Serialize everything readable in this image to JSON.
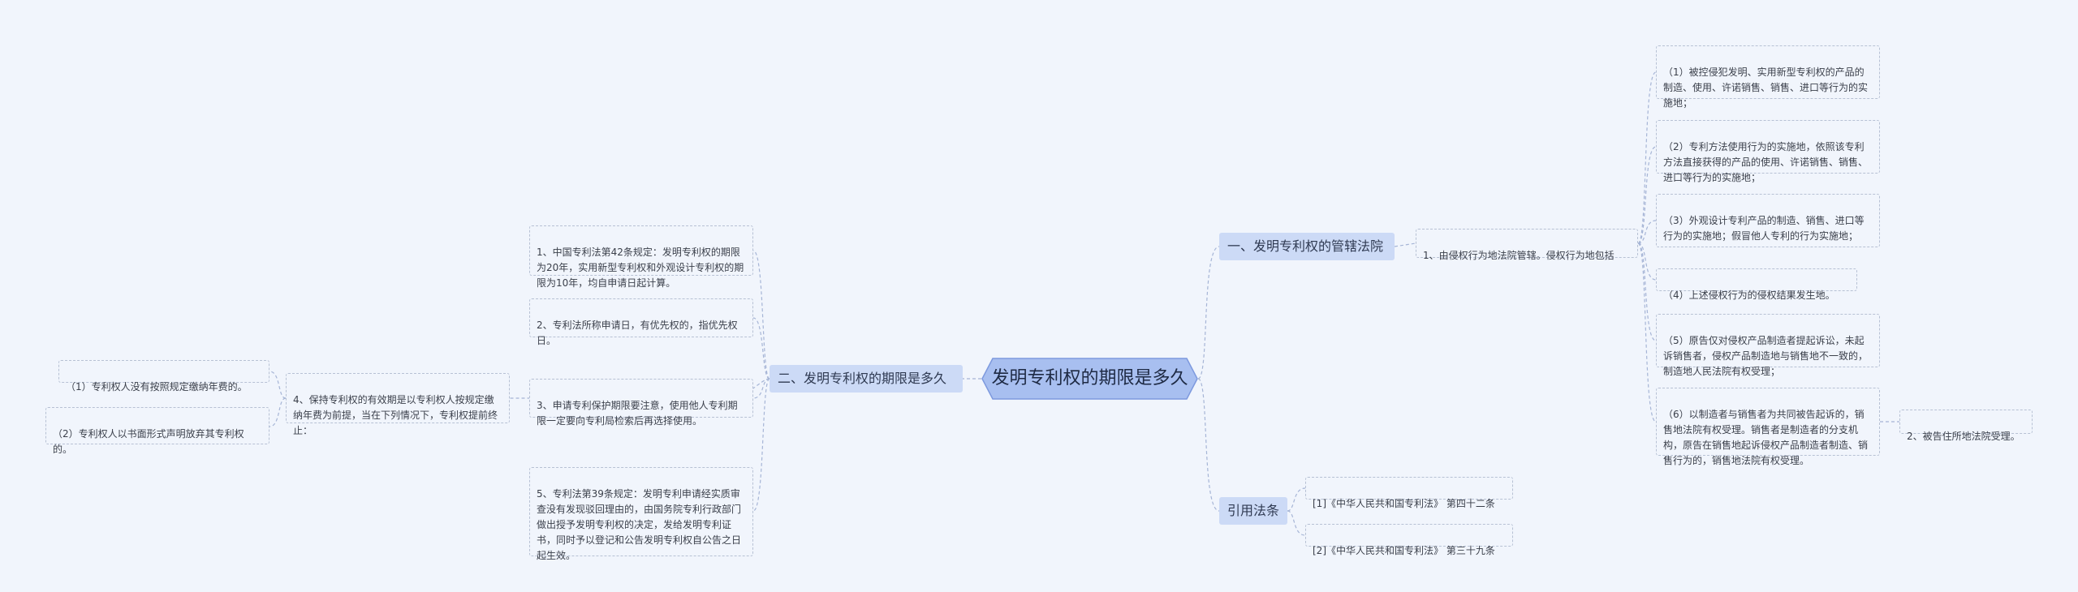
{
  "root": {
    "title": "发明专利权的期限是多久"
  },
  "right": {
    "court": {
      "label": "一、发明专利权的管辖法院",
      "rule1": "1、由侵权行为地法院管辖。侵权行为地包括",
      "places": [
        "（1）被控侵犯发明、实用新型专利权的产品的制造、使用、许诺销售、销售、进口等行为的实施地；",
        "（2）专利方法使用行为的实施地，依照该专利方法直接获得的产品的使用、许诺销售、销售、进口等行为的实施地；",
        "（3）外观设计专利产品的制造、销售、进口等行为的实施地；假冒他人专利的行为实施地；",
        "（4）上述侵权行为的侵权结果发生地。",
        "（5）原告仅对侵权产品制造者提起诉讼，未起诉销售者，侵权产品制造地与销售地不一致的，制造地人民法院有权受理；",
        "（6）以制造者与销售者为共同被告起诉的，销售地法院有权受理。销售者是制造者的分支机构，原告在销售地起诉侵权产品制造者制造、销售行为的，销售地法院有权受理。"
      ],
      "rule2": "2、被告住所地法院受理。"
    },
    "law": {
      "label": "引用法条",
      "items": [
        "[1]《中华人民共和国专利法》 第四十二条",
        "[2]《中华人民共和国专利法》 第三十九条"
      ]
    }
  },
  "left": {
    "term": {
      "label": "二、发明专利权的期限是多久",
      "items": [
        "1、中国专利法第42条规定：发明专利权的期限为20年，实用新型专利权和外观设计专利权的期限为10年，均自申请日起计算。",
        "2、专利法所称申请日，有优先权的，指优先权日。",
        "3、申请专利保护期限要注意，使用他人专利期限一定要向专利局检索后再选择使用。",
        "4、保持专利权的有效期是以专利权人按规定缴纳年费为前提，当在下列情况下，专利权提前终止：",
        "5、专利法第39条规定：发明专利申请经实质审查没有发现驳回理由的，由国务院专利行政部门做出授予发明专利权的决定，发给发明专利证书，同时予以登记和公告发明专利权自公告之日起生效。"
      ],
      "termination": [
        "（1）专利权人没有按照规定缴纳年费的。",
        "（2）专利权人以书面形式声明放弃其专利权的。"
      ]
    }
  }
}
